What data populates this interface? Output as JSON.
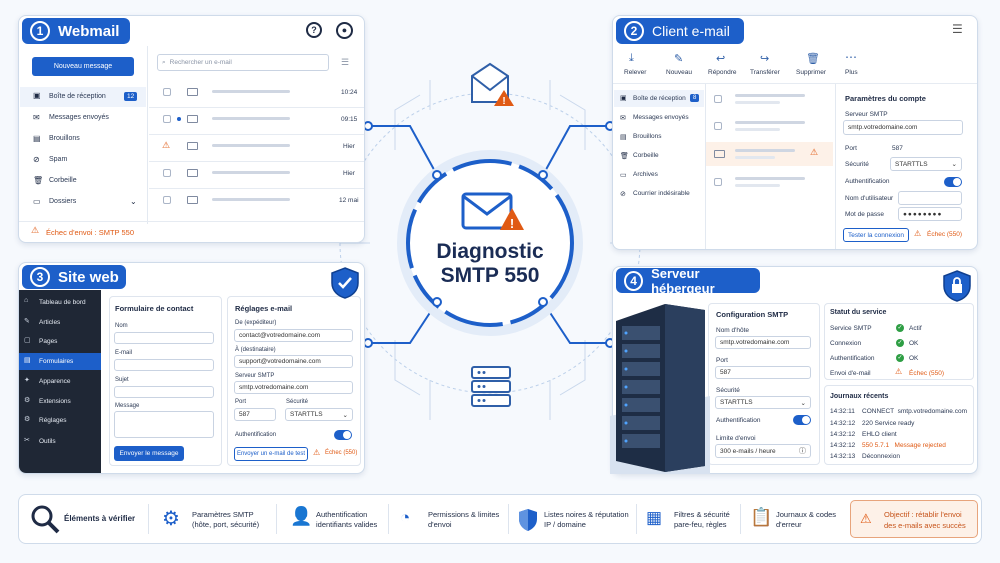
{
  "center": {
    "title_line1": "Diagnostic",
    "title_line2": "SMTP 550"
  },
  "webmail": {
    "num": "1",
    "title": "Webmail",
    "new_message": "Nouveau message",
    "search_placeholder": "Rechercher un e-mail",
    "folders": [
      {
        "label": "Boîte de réception",
        "badge": "12"
      },
      {
        "label": "Messages envoyés"
      },
      {
        "label": "Brouillons"
      },
      {
        "label": "Spam"
      },
      {
        "label": "Corbeille"
      },
      {
        "label": "Dossiers"
      }
    ],
    "times": [
      "10:24",
      "09:15",
      "Hier",
      "Hier",
      "12 mai"
    ],
    "error": "Échec d'envoi : SMTP 550"
  },
  "client": {
    "num": "2",
    "title": "Client e-mail",
    "toolbar": [
      "Relever",
      "Nouveau",
      "Répondre",
      "Transférer",
      "Supprimer",
      "Plus"
    ],
    "folders": [
      {
        "label": "Boîte de réception",
        "badge": "8"
      },
      {
        "label": "Messages envoyés"
      },
      {
        "label": "Brouillons"
      },
      {
        "label": "Corbeille"
      },
      {
        "label": "Archives"
      },
      {
        "label": "Courrier indésirable"
      }
    ],
    "account_title": "Paramètres du compte",
    "smtp_label": "Serveur SMTP",
    "smtp_value": "smtp.votredomaine.com",
    "port_label": "Port",
    "port_value": "587",
    "security_label": "Sécurité",
    "security_value": "STARTTLS",
    "auth_label": "Authentification",
    "user_label": "Nom d'utilisateur",
    "pass_label": "Mot de passe",
    "pass_value": "●●●●●●●●",
    "test_button": "Tester la connexion",
    "fail": "Échec (550)"
  },
  "site": {
    "num": "3",
    "title": "Site web",
    "nav": [
      "Tableau de bord",
      "Articles",
      "Pages",
      "Formulaires",
      "Apparence",
      "Extensions",
      "Réglages",
      "Outils"
    ],
    "form_title": "Formulaire de contact",
    "form_fields": [
      "Nom",
      "E-mail",
      "Sujet",
      "Message"
    ],
    "send_button": "Envoyer le message",
    "settings_title": "Réglages e-mail",
    "from_label": "De (expéditeur)",
    "from_value": "contact@votredomaine.com",
    "to_label": "À (destinataire)",
    "to_value": "support@votredomaine.com",
    "smtp_label": "Serveur SMTP",
    "smtp_value": "smtp.votredomaine.com",
    "port_label": "Port",
    "port_value": "587",
    "security_label": "Sécurité",
    "security_value": "STARTTLS",
    "auth_label": "Authentification",
    "test_button": "Envoyer un e-mail de test",
    "fail": "Échec (550)"
  },
  "server": {
    "num": "4",
    "title": "Serveur hébergeur",
    "config_title": "Configuration SMTP",
    "host_label": "Nom d'hôte",
    "host_value": "smtp.votredomaine.com",
    "port_label": "Port",
    "port_value": "587",
    "security_label": "Sécurité",
    "security_value": "STARTTLS",
    "auth_label": "Authentification",
    "limit_label": "Limite d'envoi",
    "limit_value": "300 e-mails / heure",
    "status_title": "Statut du service",
    "status": [
      {
        "label": "Service SMTP",
        "value": "Actif",
        "ok": true
      },
      {
        "label": "Connexion",
        "value": "OK",
        "ok": true
      },
      {
        "label": "Authentification",
        "value": "OK",
        "ok": true
      },
      {
        "label": "Envoi d'e-mail",
        "value": "Échec (550)",
        "ok": false
      }
    ],
    "logs_title": "Journaux récents",
    "logs": [
      {
        "time": "14:32:11",
        "msg": "CONNECT  smtp.votredomaine.com",
        "error": false
      },
      {
        "time": "14:32:12",
        "msg": "220 Service ready",
        "error": false
      },
      {
        "time": "14:32:12",
        "msg": "EHLO client",
        "error": false
      },
      {
        "time": "14:32:12",
        "msg": "550 5.7.1   Message rejected",
        "error": true
      },
      {
        "time": "14:32:13",
        "msg": "Déconnexion",
        "error": false
      }
    ]
  },
  "bottom": {
    "items": [
      "Éléments à vérifier",
      "Paramètres SMTP\n(hôte, port, sécurité)",
      "Authentification\nidentifiants valides",
      "Permissions & limites\nd'envoi",
      "Listes noires & réputation\nIP / domaine",
      "Filtres & sécurité\npare-feu, règles",
      "Journaux & codes\nd'erreur"
    ],
    "goal": "Objectif : rétablir l'envoi\ndes e-mails avec succès"
  },
  "colors": {
    "accent": "#1d5fc9",
    "error": "#e05a14",
    "ok": "#2e9e44"
  }
}
